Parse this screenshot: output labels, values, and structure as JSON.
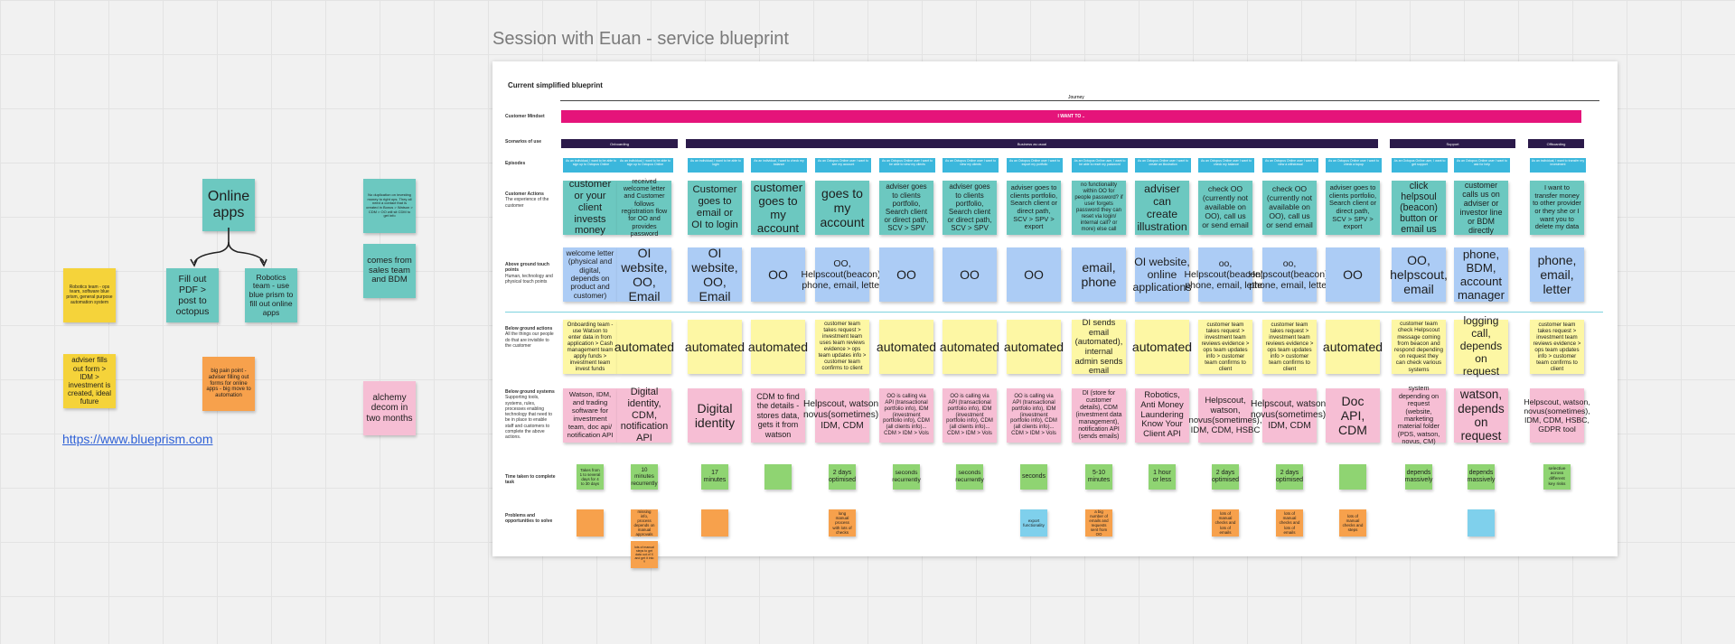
{
  "frame_title": "Session with Euan - service blueprint",
  "board": {
    "title": "Current simplified blueprint",
    "journey_label": "Journey",
    "mindset_text": "I WANT TO ..",
    "row_labels": {
      "mindset": "Customer Mindset",
      "scenarios": "Scenarios of use",
      "episodes": "Episodes",
      "actions": "Customer Actions",
      "actions_sub": "The experience of the customer",
      "above": "Above ground touch points",
      "above_sub": "Human, technology and physical touch points",
      "below_actions": "Below ground actions",
      "below_actions_sub": "All the things our people do that are invisible to the customer",
      "below_systems": "Below ground systems",
      "below_systems_sub": "Supporting tools, systems, rules, processes enabling technology that need to be in place to enable staff and customers to complete the above actions.",
      "time": "Time taken to complete task",
      "problems": "Problems and opportunities to solve"
    },
    "scenarios": [
      "Onboarding",
      "Business as usual",
      "Support",
      "Offboarding"
    ],
    "episodes": [
      "As an individual, I want to be able to sign up to Octopus Online",
      "As an individual, I want to be able to sign up to Octopus Online",
      "As an individual, I want to be able to login",
      "As an individual, I want to check my balance",
      "As an Octopus Online user I want to see my account",
      "As an Octopus Online user I want to be able to view my clients",
      "As an Octopus Online user I want to view my clients",
      "As an Octopus Online user I want to export my portfolio",
      "As an Octopus Online user, I want to be able to reset my password",
      "As an Octopus Online user I want to create an illustration",
      "As an Octopus Online user I want to check my balance",
      "As an Octopus Online user I want to view a withdrawal",
      "As an Octopus Online user I want to check a topup",
      "As an Octopus Online user, I want to get support",
      "As an Octopus Online user I want to ask for help",
      "As an individual, I want to transfer my investment"
    ],
    "actions": [
      "customer or your client invests money",
      "received welcome letter and Customer follows registration flow for OO and provides password",
      "Customer goes to email or OI to login",
      "customer goes to my account",
      "goes to my account",
      "adviser goes to clients portfolio, Search client or direct path, SCV > SPV",
      "adviser goes to clients portfolio, Search client or direct path, SCV > SPV",
      "adviser goes to clients portfolio, Search client or direct path, SCV > SPV > export",
      "no functionality within OO for people password? if user forgets password they can reset via login/ internal call? or more) else call",
      "adviser can create illustration",
      "check OO (currently not available on OO), call us or send email",
      "check OO (currently not available on OO), call us or send email",
      "adviser goes to clients portfolio, Search client or direct path, SCV > SPV > export",
      "click helpsoul (beacon) button or email us",
      "customer calls us on adviser or investor line or BDM directly",
      "I want to transfer money to other provider or they she or I want you to delete my data"
    ],
    "touchpoints": [
      "welcome letter (physical and digital, depends on product and customer)",
      "OI website, OO, Email",
      "OI website, OO, Email",
      "OO",
      "OO, Helpscout(beacon), phone, email, letter",
      "OO",
      "OO",
      "OO",
      "email, phone",
      "OI website, online applications",
      "oo, Helpscout(beacon), phone, email, letter",
      "oo, Helpscout(beacon), phone, email, letter",
      "OO",
      "OO, helpscout, email",
      "phone, BDM, account manager",
      "phone, email, letter"
    ],
    "below_actions": [
      "Onboarding team - use Watson to enter data in from application > Cash management team apply funds > investment team invest funds",
      "automated",
      "automated",
      "automated",
      "customer team takes request > investment team uses team reviews evidence > ops team updates info > customer team confirms to client",
      "automated",
      "automated",
      "automated",
      "DI sends email (automated), internal admin sends email",
      "automated",
      "customer team takes request > investment team reviews evidence > ops team updates info > customer team confirms to client",
      "customer team takes request > investment team reviews evidence > ops team updates info > customer team confirms to client",
      "automated",
      "customer team check Helpscout message coming from beacon and respond depending on request they can check various systems",
      "logging call, depends on request",
      "customer team takes request > investment team reviews evidence > ops team updates info > customer team confirms to client"
    ],
    "systems": [
      "Watson, IDM, and trading software for investment team, doc api/ notification API",
      "Digital identity, CDM, notification API",
      "Digital identity",
      "CDM to find the details - stores data, gets it from watson",
      "Helpscout, watson, novus(sometimes), IDM, CDM",
      "OO is calling via API (transactional portfolio info), IDM (investment portfolio info), CDM (all clients info)... CDM > IDM > Vols",
      "OO is calling via API (transactional portfolio info), IDM (investment portfolio info), CDM (all clients info)... CDM > IDM > Vols",
      "OO is calling via API (transactional portfolio info), IDM (investment portfolio info), CDM (all clients info)... CDM > IDM > Vols",
      "DI (store for customer details), CDM (investment data management), notification API (sends emails)",
      "Robotics, Anti Money Laundering Know Your Client API",
      "Helpscout, watson, novus(sometimes), IDM, CDM, HSBC",
      "Helpscout, watson, novus(sometimes), IDM, CDM",
      "Doc API, CDM",
      "system depending on request (website, marketing material folder (PDS, watson, novus, CM)",
      "watson, depends on request",
      "Helpscout, watson, novus(sometimes), IDM, CDM, HSBC, GDPR tool"
    ],
    "time": [
      "Takes from 1 to several days for 4 to 30 days",
      "10 minutes recurrently",
      "17 minutes",
      "",
      "2 days optimised",
      "seconds recurrently",
      "seconds recurrently",
      "seconds",
      "5-10 minutes",
      "1 hour or less",
      "2 days optimised",
      "2 days optimised",
      "",
      "depends massively",
      "depends massively",
      "selective across different key risks"
    ],
    "problems": [
      {
        "text": "",
        "color": "orange"
      },
      {
        "text": "missing info, process depends on manual approvals",
        "color": "orange"
      },
      {
        "text": "",
        "color": "orange"
      },
      null,
      {
        "text": "long manual process with lots of checks",
        "color": "orange"
      },
      null,
      null,
      {
        "text": "export functionality",
        "color": "sky"
      },
      {
        "text": "a big number of emails and requests sent from OO",
        "color": "orange"
      },
      null,
      {
        "text": "lots of manual checks and lots of emails",
        "color": "orange"
      },
      {
        "text": "lots of manual checks and lots of emails",
        "color": "orange"
      },
      {
        "text": "lots of manual checks and steps",
        "color": "orange"
      },
      null,
      {
        "text": "",
        "color": "sky"
      },
      null
    ],
    "extra_problem": "lots of manual steps to get data out of X and get it into Y"
  },
  "left_notes": [
    {
      "id": "online-apps",
      "text": "Online apps",
      "color": "teal"
    },
    {
      "id": "fill-out-pdf",
      "text": "Fill out PDF > post to octopus",
      "color": "teal"
    },
    {
      "id": "robotics-team",
      "text": "Robotics team - use blue prism to fill out online apps",
      "color": "teal"
    },
    {
      "id": "robotics-ops",
      "text": "Robotics team - ops team, software blue prism, general purpose automation system",
      "color": "yellow"
    },
    {
      "id": "adviser-fills",
      "text": "adviser fills out form > IDM > investment is created, ideal future",
      "color": "yellow"
    },
    {
      "id": "big-pain-point",
      "text": "big pain point - adviser filling out forms for online apps - big move to automation",
      "color": "orange"
    },
    {
      "id": "no-duplication",
      "text": "No duplication on investing money to right ops. They all need a contact that is created in Bonus > Watson > CDM > OO will sit CDM to get info",
      "color": "teal"
    },
    {
      "id": "comes-from-sales",
      "text": "comes from sales team and BDM",
      "color": "teal"
    },
    {
      "id": "alchemy-decom",
      "text": "alchemy decom in two months",
      "color": "pink"
    }
  ],
  "link": "https://www.blueprism.com"
}
